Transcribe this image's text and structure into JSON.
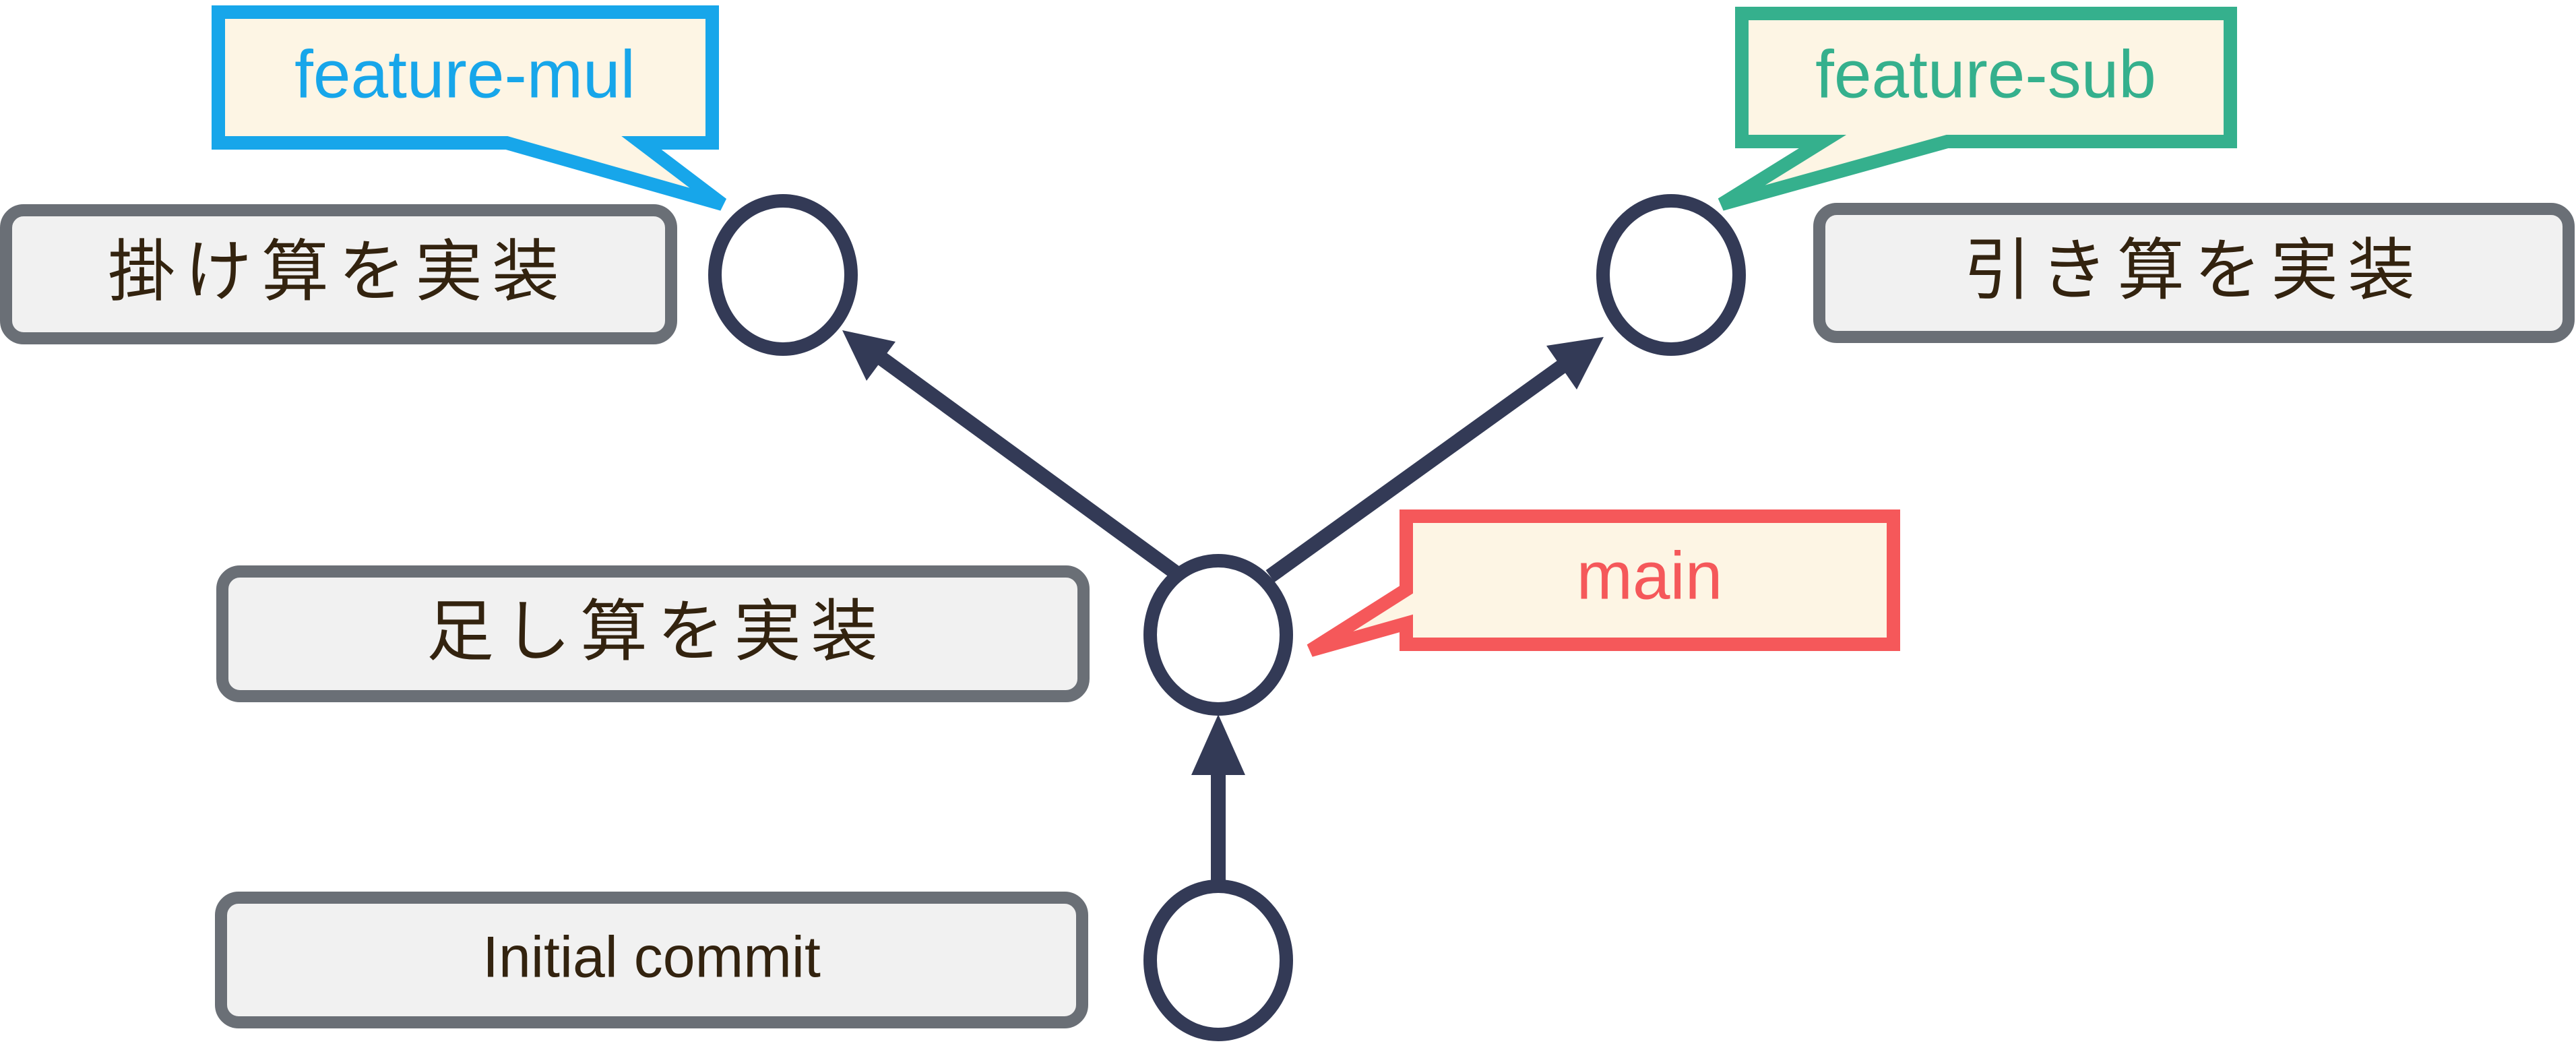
{
  "commits": [
    {
      "id": "initial",
      "message": "Initial commit"
    },
    {
      "id": "add",
      "message": "足し算を実装"
    },
    {
      "id": "mul",
      "message": "掛け算を実装"
    },
    {
      "id": "sub",
      "message": "引き算を実装"
    }
  ],
  "branches": [
    {
      "name": "feature-mul",
      "color": "#17a6ea",
      "points_to": "mul"
    },
    {
      "name": "feature-sub",
      "color": "#35b08d",
      "points_to": "sub"
    },
    {
      "name": "main",
      "color": "#f5585a",
      "points_to": "add"
    }
  ],
  "colors": {
    "node_stroke": "#333a56",
    "message_box_fill": "#f1f1f1",
    "message_box_stroke": "#6a6f76",
    "message_text": "#33230f",
    "tag_fill": "#fdf5e4"
  }
}
